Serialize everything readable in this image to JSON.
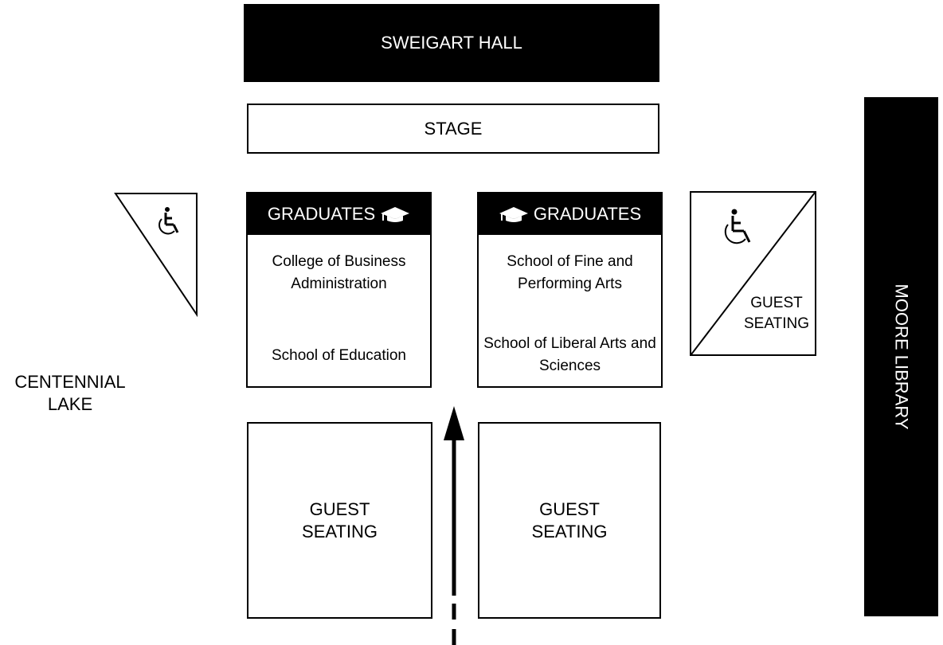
{
  "buildings": {
    "north": "SWEIGART HALL",
    "east": "MOORE LIBRARY"
  },
  "stage": "STAGE",
  "landmark_west": "CENTENNIAL LAKE",
  "graduates_left": {
    "heading": "GRADUATES",
    "schools": [
      "College of Business Administration",
      "School of Education"
    ]
  },
  "graduates_right": {
    "heading": "GRADUATES",
    "schools": [
      "School of Fine and Performing Arts",
      "School of Liberal Arts and Sciences"
    ]
  },
  "guest_seating": {
    "left": "GUEST SEATING",
    "right": "GUEST SEATING",
    "accessible": "GUEST SEATING"
  },
  "icons": {
    "graduation": "graduation-cap-icon",
    "accessible": "wheelchair-icon",
    "route": "arrow-up-icon"
  },
  "colors": {
    "fill_dark": "#000000",
    "fill_light": "#ffffff"
  }
}
